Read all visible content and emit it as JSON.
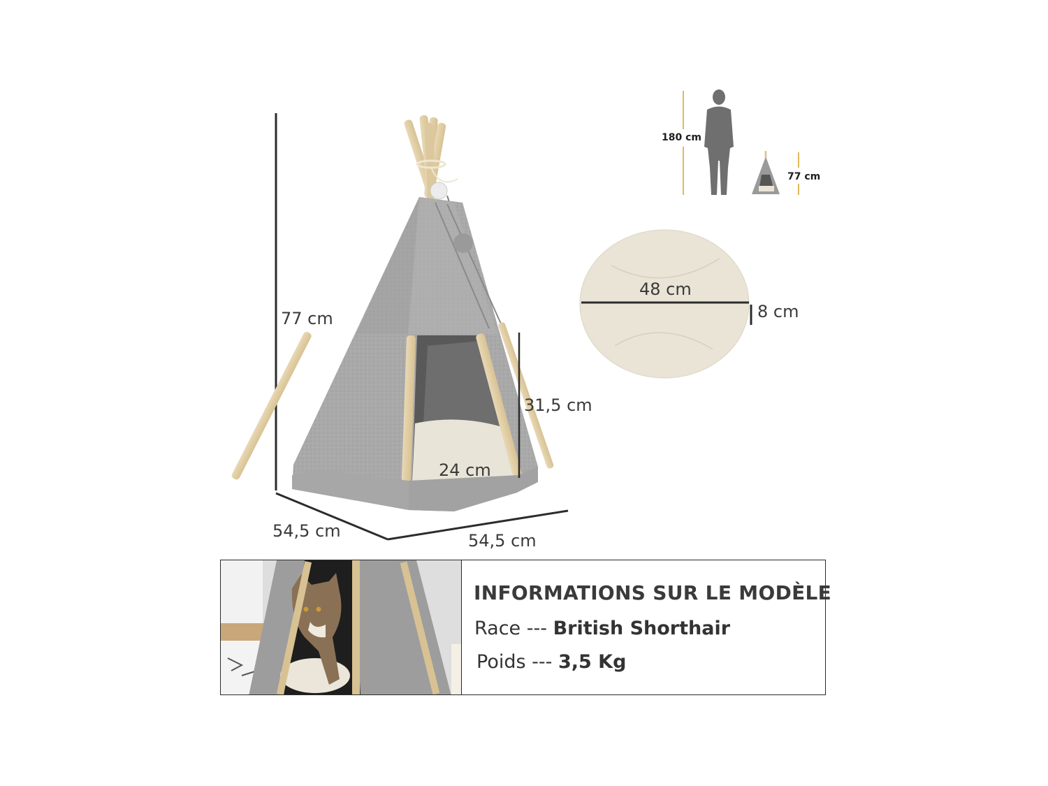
{
  "main_product": {
    "name": "Cat teepee tent",
    "dimensions": {
      "height": "77 cm",
      "door_height": "31,5 cm",
      "door_width": "24 cm",
      "depth": "54,5 cm",
      "width": "54,5 cm"
    }
  },
  "scale_comparison": {
    "person_height": "180 cm",
    "tent_height": "77 cm",
    "line_color": "#d9a227"
  },
  "cushion": {
    "diameter": "48 cm",
    "thickness": "8 cm"
  },
  "model_info": {
    "title": "INFORMATIONS SUR LE MODÈLE",
    "race_label": "Race ---",
    "race_value": "British Shorthair",
    "weight_label": "Poids ---",
    "weight_value": "3,5 Kg"
  }
}
